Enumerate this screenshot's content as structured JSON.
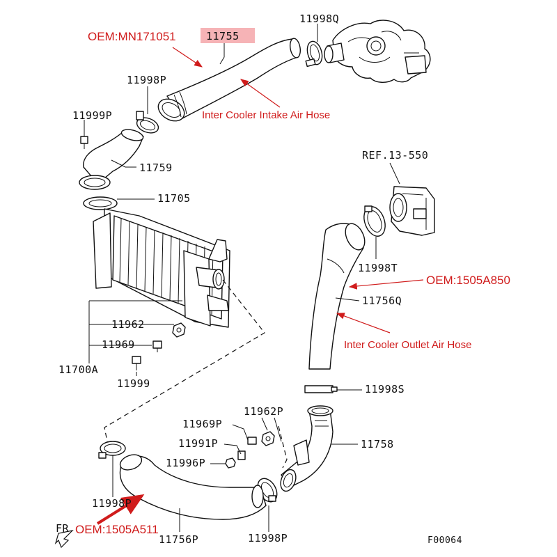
{
  "diagram": {
    "figure_code": "F00064",
    "front_marker": "FR",
    "oem_labels": {
      "intake": "OEM:MN171051",
      "outlet": "OEM:1505A850",
      "lower": "OEM:1505A511"
    },
    "annotations": {
      "intake_hose": "Inter Cooler Intake Air Hose",
      "outlet_hose": "Inter Cooler Outlet Air Hose"
    },
    "parts": {
      "p11755": "11755",
      "p11998Q": "11998Q",
      "p11998P_top": "11998P",
      "p11999P": "11999P",
      "p11759": "11759",
      "p11705": "11705",
      "ref": "REF.13-550",
      "p11998T": "11998T",
      "p11756Q": "11756Q",
      "p11962": "11962",
      "p11969": "11969",
      "p11700A": "11700A",
      "p11999": "11999",
      "p11998S": "11998S",
      "p11962P": "11962P",
      "p11969P": "11969P",
      "p11991P": "11991P",
      "p11996P": "11996P",
      "p11758": "11758",
      "p11998P_left": "11998P",
      "p11756P": "11756P",
      "p11998P_bottom": "11998P"
    },
    "highlight_color": "#f6b3b6",
    "accent_color": "#d01c1c"
  }
}
